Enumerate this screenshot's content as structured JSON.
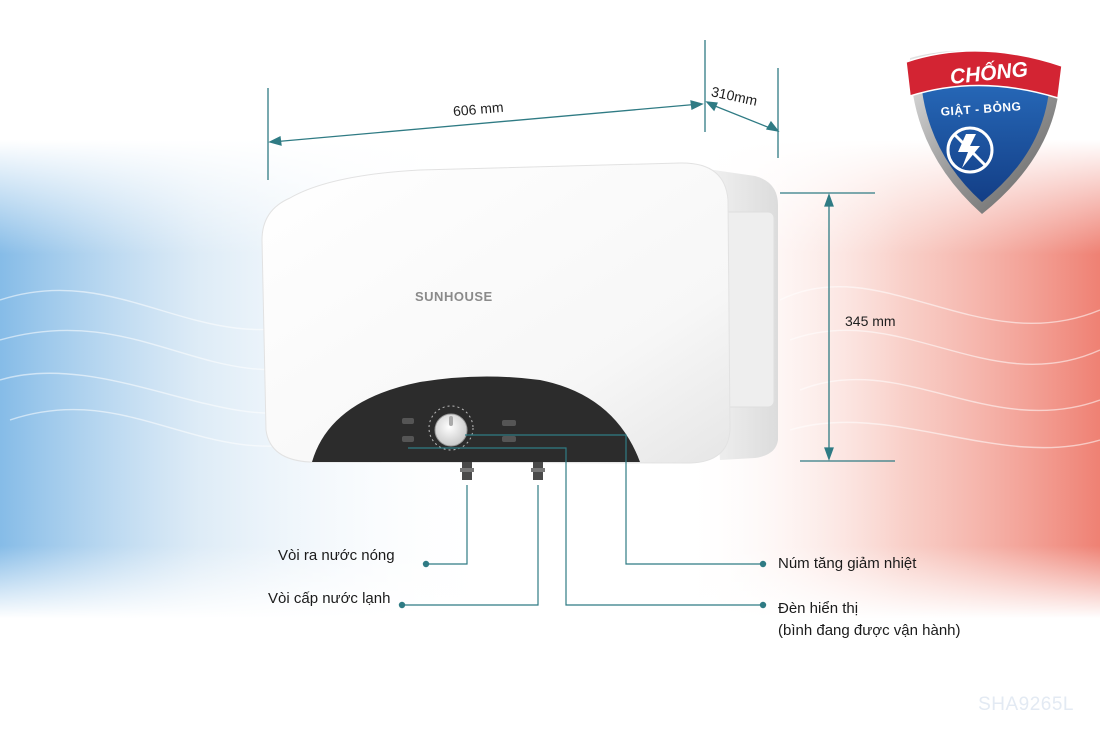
{
  "dimensions": {
    "width": "606 mm",
    "depth": "310mm",
    "height": "345 mm"
  },
  "product": {
    "brand": "SUNHOUSE",
    "model": "SHA9265L"
  },
  "badge": {
    "line1": "CHỐNG",
    "line2": "GIẬT - BỎNG",
    "icon": "no-electric-shock-icon"
  },
  "callouts": {
    "hot_outlet": "Vòi ra nước nóng",
    "cold_inlet": "Vòi cấp nước lạnh",
    "knob": "Núm tăng giảm nhiệt",
    "indicator_line1": "Đèn hiển thị",
    "indicator_line2": "(bình đang được vận hành)"
  },
  "colors": {
    "accent_teal": "#2f7b84",
    "badge_red": "#d32433",
    "badge_blue": "#1f5aa6",
    "warm_glow": "#f3a69a",
    "cool_glow": "#9cc9ea"
  }
}
